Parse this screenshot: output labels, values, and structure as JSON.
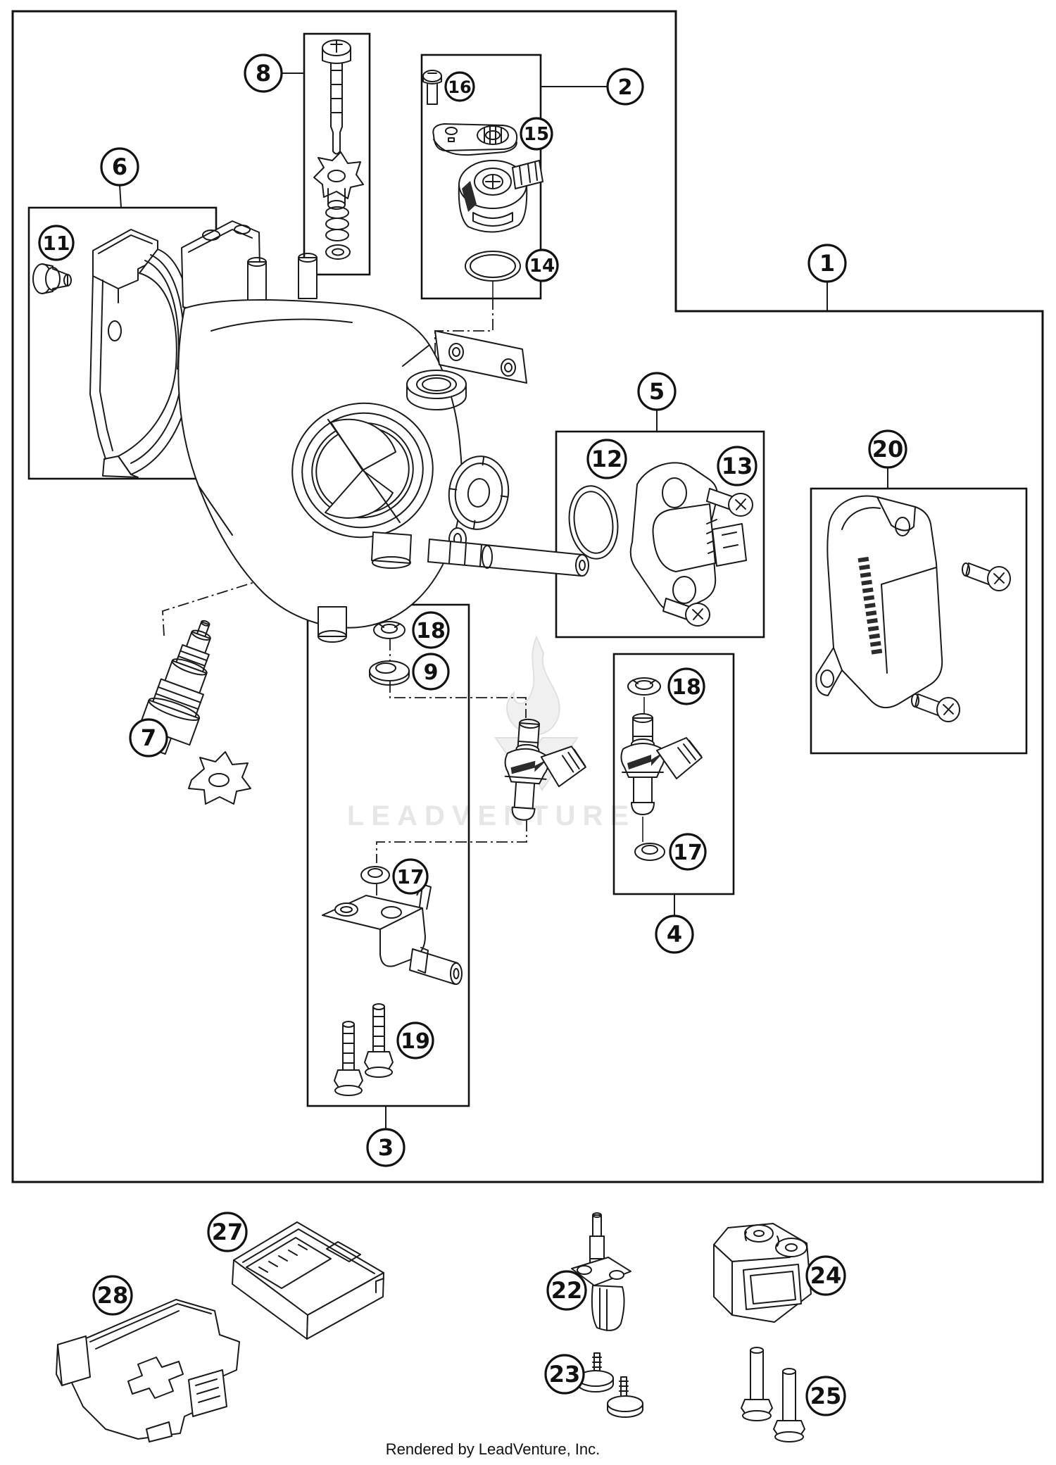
{
  "colors": {
    "line": "#1a1a1a",
    "background": "#ffffff",
    "watermark": "#e6e6e6"
  },
  "watermark": {
    "text": "LEADVENTURE"
  },
  "footer": {
    "credit": "Rendered by LeadVenture, Inc."
  },
  "callouts": {
    "c1": "1",
    "c2": "2",
    "c3": "3",
    "c4": "4",
    "c5": "5",
    "c6": "6",
    "c7": "7",
    "c8": "8",
    "c9": "9",
    "c11": "11",
    "c12": "12",
    "c13": "13",
    "c14": "14",
    "c15": "15",
    "c16": "16",
    "c17_box3": "17",
    "c17_box4": "17",
    "c18_box3": "18",
    "c18_box4": "18",
    "c19": "19",
    "c20": "20",
    "c22": "22",
    "c23": "23",
    "c24": "24",
    "c25": "25",
    "c27": "27",
    "c28": "28"
  }
}
